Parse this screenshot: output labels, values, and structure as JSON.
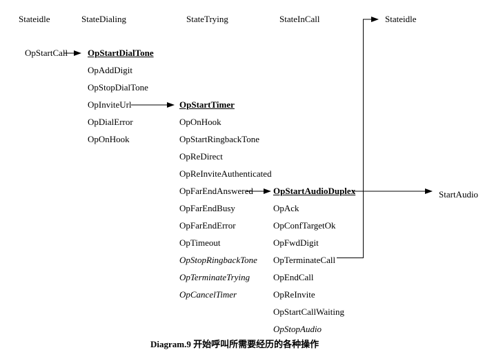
{
  "caption": {
    "text": "Diagram.9 开始呼叫所需要经历的各种操作"
  },
  "colors": {
    "background": "#ffffff",
    "text": "#000000",
    "line": "#000000"
  },
  "columns": [
    {
      "header": "Stateidle",
      "items": [
        {
          "label": "OpStartCall",
          "style": "normal"
        }
      ]
    },
    {
      "header": "StateDialing",
      "items": [
        {
          "label": "OpStartDialTone",
          "style": "bold-underline"
        },
        {
          "label": "OpAddDigit",
          "style": "normal"
        },
        {
          "label": "OpStopDialTone",
          "style": "normal"
        },
        {
          "label": "OpInviteUrl",
          "style": "normal"
        },
        {
          "label": "OpDialError",
          "style": "normal"
        },
        {
          "label": "OpOnHook",
          "style": "normal"
        }
      ]
    },
    {
      "header": "StateTrying",
      "items": [
        {
          "label": "OpStartTimer",
          "style": "bold-underline"
        },
        {
          "label": "OpOnHook",
          "style": "normal"
        },
        {
          "label": "OpStartRingbackTone",
          "style": "normal"
        },
        {
          "label": "OpReDirect",
          "style": "normal"
        },
        {
          "label": "OpReInviteAuthenticated",
          "style": "normal"
        },
        {
          "label": "OpFarEndAnswered",
          "style": "normal"
        },
        {
          "label": "OpFarEndBusy",
          "style": "normal"
        },
        {
          "label": "OpFarEndError",
          "style": "normal"
        },
        {
          "label": "OpTimeout",
          "style": "normal"
        },
        {
          "label": "OpStopRingbackTone",
          "style": "italic"
        },
        {
          "label": "OpTerminateTrying",
          "style": "italic"
        },
        {
          "label": "OpCancelTimer",
          "style": "italic"
        }
      ]
    },
    {
      "header": "StateInCall",
      "items": [
        {
          "label": "OpStartAudioDuplex",
          "style": "bold-underline"
        },
        {
          "label": "OpAck",
          "style": "normal"
        },
        {
          "label": "OpConfTargetOk",
          "style": "normal"
        },
        {
          "label": "OpFwdDigit",
          "style": "normal"
        },
        {
          "label": "OpTerminateCall",
          "style": "normal"
        },
        {
          "label": "OpEndCall",
          "style": "normal"
        },
        {
          "label": "OpReInvite",
          "style": "normal"
        },
        {
          "label": "OpStartCallWaiting",
          "style": "normal"
        },
        {
          "label": "OpStopAudio",
          "style": "italic"
        }
      ]
    },
    {
      "header": "Stateidle",
      "items": [
        {
          "label": "StartAudio",
          "style": "normal"
        }
      ]
    }
  ],
  "arrows": [
    {
      "from": "OpStartCall",
      "to": "OpStartDialTone"
    },
    {
      "from": "OpInviteUrl",
      "to": "OpStartTimer"
    },
    {
      "from": "OpFarEndAnswered",
      "to": "OpStartAudioDuplex"
    },
    {
      "from": "OpStartAudioDuplex",
      "to": "StartAudio"
    },
    {
      "from": "OpTerminateCall",
      "to": "Stateidle"
    }
  ]
}
